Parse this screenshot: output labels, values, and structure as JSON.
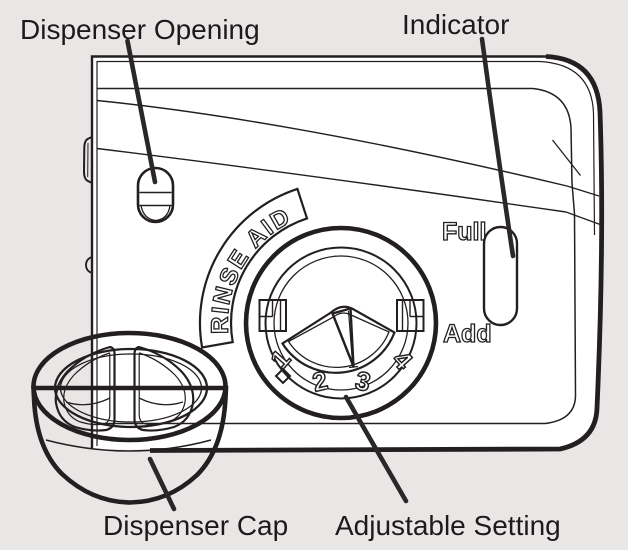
{
  "colors": {
    "background": "#e8e7e6",
    "ink": "#231f20",
    "label_text": "#1d1a1b"
  },
  "labels": {
    "dispenser_opening": "Dispenser Opening",
    "indicator": "Indicator",
    "dispenser_cap": "Dispenser Cap",
    "adjustable_setting": "Adjustable Setting"
  },
  "panel": {
    "band_text": "RINSE AID",
    "level_full": "Full",
    "level_add": "Add",
    "dial_settings": [
      "1",
      "2",
      "3",
      "4"
    ]
  }
}
